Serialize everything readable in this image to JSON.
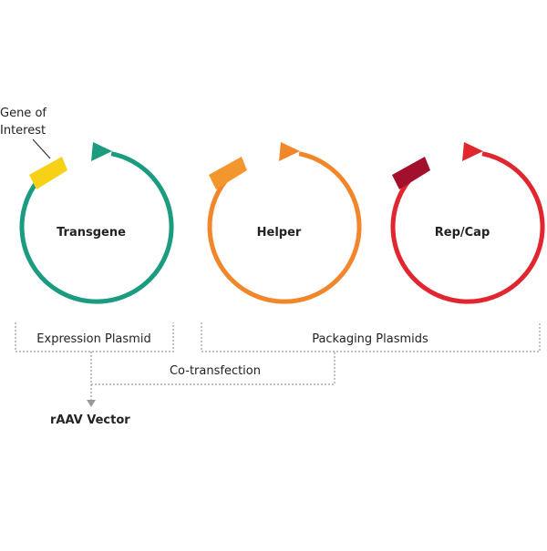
{
  "annotation": {
    "line1": "Gene of",
    "line2": "Interest"
  },
  "plasmids": [
    {
      "name": "Transgene",
      "ring_color": "#1b9b7f",
      "insert_color": "#f7d116"
    },
    {
      "name": "Helper",
      "ring_color": "#f2862b",
      "insert_color": "#f4962e"
    },
    {
      "name": "Rep/Cap",
      "ring_color": "#e0262e",
      "insert_color": "#a3102e"
    }
  ],
  "groups": {
    "expression": "Expression Plasmid",
    "packaging": "Packaging Plasmids",
    "cotransfection": "Co-transfection"
  },
  "result": "rAAV Vector",
  "colors": {
    "bracket": "#9a9a9a",
    "text": "#222222"
  }
}
